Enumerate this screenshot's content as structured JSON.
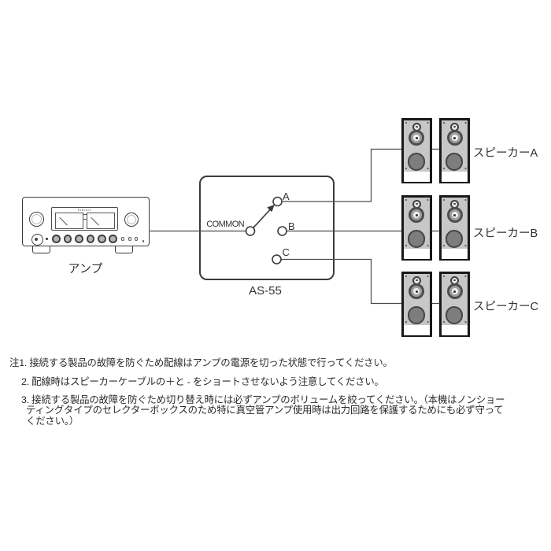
{
  "diagram": {
    "amp": {
      "label": "アンプ"
    },
    "selector": {
      "model": "AS-55",
      "common_label": "COMMON",
      "terminals": [
        {
          "label": "A"
        },
        {
          "label": "B"
        },
        {
          "label": "C"
        }
      ],
      "selected_terminal": "A"
    },
    "speakers": [
      {
        "label": "スピーカーA"
      },
      {
        "label": "スピーカーB"
      },
      {
        "label": "スピーカーC"
      }
    ],
    "colors": {
      "line": "#4a4a4a",
      "outline": "#3a3a3a",
      "text": "#2e2e2e"
    }
  },
  "notes": {
    "lines": [
      "注1. 接続する製品の故障を防ぐため配線はアンプの電源を切った状態で行ってください。",
      "2. 配線時はスピーカーケーブルの＋と - をショートさせないよう注意してください。",
      "3. 接続する製品の故障を防ぐため切り替え時には必ずアンプのボリュームを絞ってください。（本機はノンショー",
      "ティングタイプのセレクターボックスのため特に真空管アンプ使用時は出力回路を保護するためにも必ず守って",
      "ください。）"
    ]
  }
}
